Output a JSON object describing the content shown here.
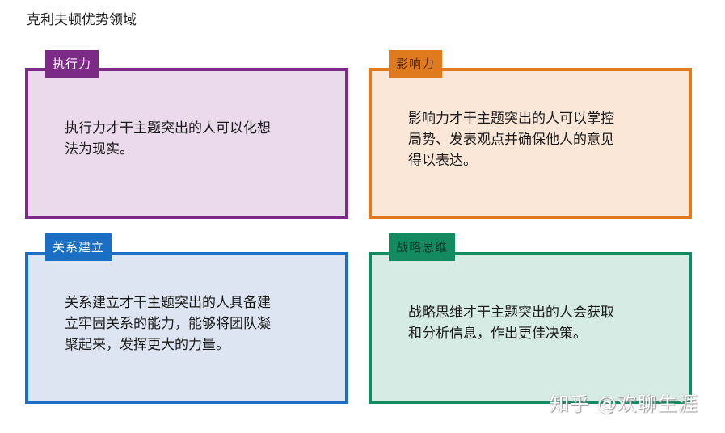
{
  "title": "克利夫顿优势领域",
  "colors": {
    "execution": {
      "border": "#7b2a85",
      "fill": "#eadaec",
      "tag_text": "#ffffff"
    },
    "influence": {
      "border": "#e07a1f",
      "fill": "#fbe7d8",
      "tag_text": "#5a2a00"
    },
    "relationship": {
      "border": "#1a6fc4",
      "fill": "#dde5f2",
      "tag_text": "#ffffff"
    },
    "strategic": {
      "border": "#138a5f",
      "fill": "#d6ebe3",
      "tag_text": "#0d3b2a"
    }
  },
  "cards": [
    {
      "id": "execution",
      "label": "执行力",
      "lines": [
        "执行力才干主题突出的人可以化想",
        "法为现实。"
      ]
    },
    {
      "id": "influence",
      "label": "影响力",
      "lines": [
        "影响力才干主题突出的人可以掌控",
        "局势、发表观点并确保他人的意见",
        "得以表达。"
      ]
    },
    {
      "id": "relationship",
      "label": "关系建立",
      "lines": [
        "关系建立才干主题突出的人具备建",
        "立牢固关系的能力，能够将团队凝",
        "聚起来，发挥更大的力量。"
      ]
    },
    {
      "id": "strategic",
      "label": "战略思维",
      "lines": [
        "战略思维才干主题突出的人会获取",
        "和分析信息，作出更佳决策。"
      ]
    }
  ],
  "watermark": "知乎 @欢聊生涯"
}
